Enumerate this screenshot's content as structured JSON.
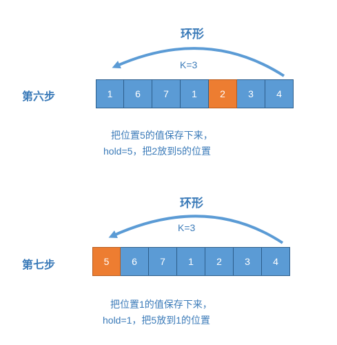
{
  "steps": [
    {
      "title": "环形",
      "k_label": "K=3",
      "step_label": "第六步",
      "cells": [
        "1",
        "6",
        "7",
        "1",
        "2",
        "3",
        "4"
      ],
      "highlight_index": 4,
      "note_line1": "把位置5的值保存下来，",
      "note_line2": "hold=5，把2放到5的位置"
    },
    {
      "title": "环形",
      "k_label": "K=3",
      "step_label": "第七步",
      "cells": [
        "5",
        "6",
        "7",
        "1",
        "2",
        "3",
        "4"
      ],
      "highlight_index": 0,
      "note_line1": "把位置1的值保存下来，",
      "note_line2": "hold=1，把5放到1的位置"
    }
  ],
  "colors": {
    "accent": "#3a7ab8",
    "cell_fill": "#5b9bd5",
    "cell_highlight": "#ed7d31",
    "arrow": "#5b9bd5"
  }
}
